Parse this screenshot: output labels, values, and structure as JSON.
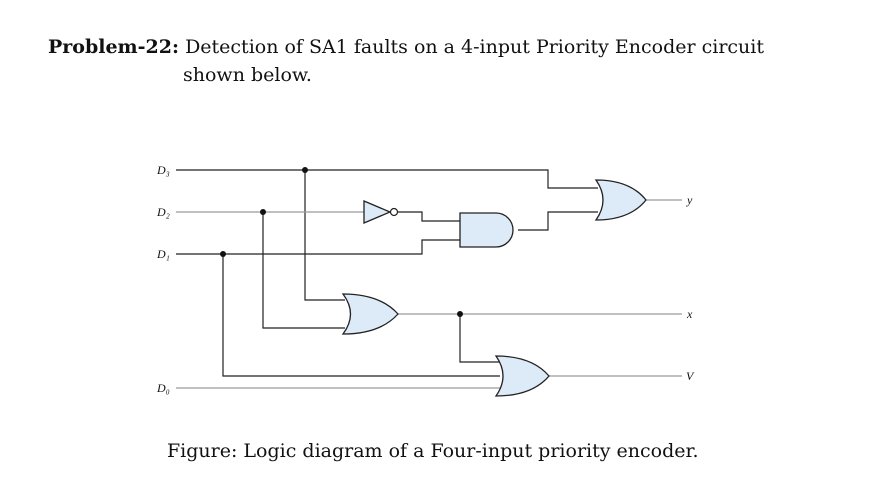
{
  "problem": {
    "label": "Problem-22:",
    "text_line1": "Detection of SA1 faults on a 4-input Priority Encoder circuit",
    "text_line2": "shown below."
  },
  "diagram": {
    "inputs": [
      "D₃",
      "D₂",
      "D₁",
      "D₀"
    ],
    "outputs": [
      "y",
      "x",
      "V"
    ]
  },
  "caption": "Figure: Logic diagram of a Four-input priority encoder."
}
